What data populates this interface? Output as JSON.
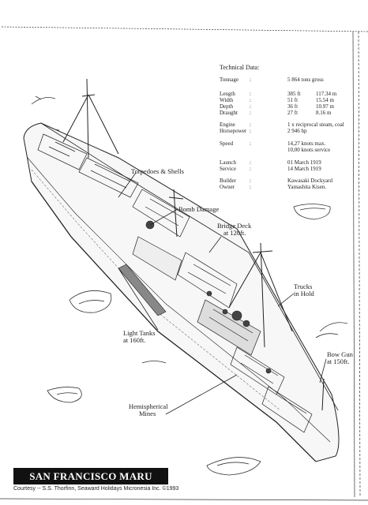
{
  "technical_data": {
    "title": "Technical Data:",
    "rows": [
      {
        "label": "Tonnage",
        "sep": ":",
        "v1": "5 864  tons gross",
        "v2": ""
      },
      {
        "label": "Length",
        "sep": ":",
        "v1": "385 ft",
        "v2": "117.34 m"
      },
      {
        "label": "Width",
        "sep": ":",
        "v1": "51 ft",
        "v2": "15.54 m"
      },
      {
        "label": "Depth",
        "sep": ":",
        "v1": "36 ft",
        "v2": "10.97 m"
      },
      {
        "label": "Draught",
        "sep": ":",
        "v1": "27 ft",
        "v2": "8.16 m"
      },
      {
        "label": "Engine",
        "sep": ":",
        "v1": "1 x reciprocal steam, coal",
        "v2": ""
      },
      {
        "label": "Horsepower",
        "sep": ":",
        "v1": "2 946 hp",
        "v2": ""
      },
      {
        "label": "Speed",
        "sep": ":",
        "v1": "14,27 knots max.",
        "v2": ""
      },
      {
        "label": "",
        "sep": "",
        "v1": "10,00 knots service",
        "v2": ""
      },
      {
        "label": "Launch",
        "sep": ":",
        "v1": "01 March 1919",
        "v2": ""
      },
      {
        "label": "Service",
        "sep": ":",
        "v1": "14 March 1919",
        "v2": ""
      },
      {
        "label": "Builder",
        "sep": ":",
        "v1": "Kawasaki Dockyard",
        "v2": ""
      },
      {
        "label": "Owner",
        "sep": ":",
        "v1": "Yamashita Kisen.",
        "v2": ""
      }
    ]
  },
  "annotations": {
    "torpedoes": "Torpedoes & Shells",
    "bomb": "Bomb Damage",
    "bridge1": "Bridge Deck",
    "bridge2": "at 120ft.",
    "trucks1": "Trucks",
    "trucks2": "in Hold",
    "tanks1": "Light Tanks",
    "tanks2": "at 160ft.",
    "bowgun1": "Bow Gun",
    "bowgun2": "at 150ft.",
    "mines1": "Hemispherical",
    "mines2": "Mines"
  },
  "ship_name": "SAN FRANCISCO MARU",
  "courtesy": "Courtesy -- S.S. Thorfinn, Seaward Holidays Micronesia Inc.   ©1993"
}
